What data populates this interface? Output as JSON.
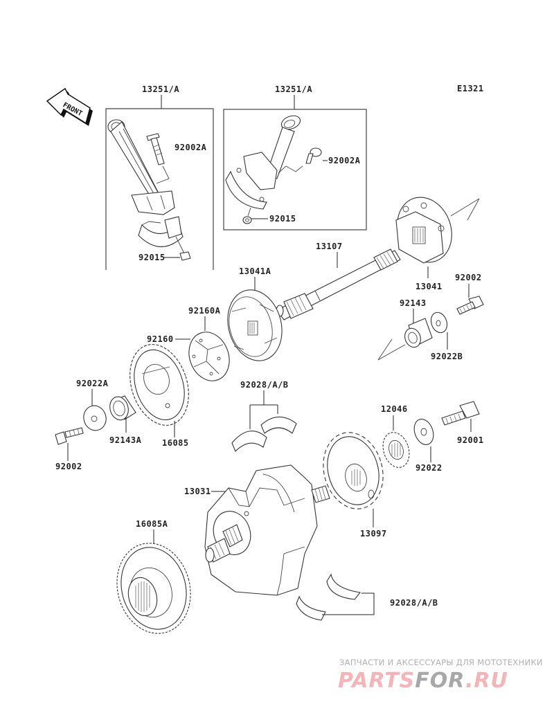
{
  "diagram": {
    "code": "E1321",
    "front_label": "FRONT",
    "labels": {
      "conrod_left": "13251/A",
      "conrod_right": "13251/A",
      "bolt_left": "92002A",
      "bolt_right": "92002A",
      "nut_left": "92015",
      "nut_right": "92015",
      "shaft": "13107",
      "damper_hub_a": "13041A",
      "damper_hub": "13041",
      "bolt_top_right": "92002",
      "collar_right": "92143",
      "washer_right": "92022B",
      "rubber_a": "92160A",
      "rubber": "92160",
      "washer_left": "92022A",
      "collar_left": "92143A",
      "gear_balancer": "16085",
      "bolt_left_bottom": "92002",
      "bearing_upper": "92028/A/B",
      "sprocket_small": "12046",
      "bolt_right_bottom": "92001",
      "washer_bottom": "92022",
      "crankshaft": "13031",
      "sprocket_large": "13097",
      "gear_large": "16085A",
      "bearing_lower": "92028/A/B"
    }
  },
  "watermark": {
    "tagline": "ЗАПЧАСТИ И АКСЕССУАРЫ ДЛЯ МОТОТЕХНИКИ",
    "logo_part1": "PARTS",
    "logo_part2": "FOR",
    "logo_part3": ".RU",
    "colors": {
      "pink": "#f4b4b8",
      "gray": "#a8a8a8"
    }
  }
}
